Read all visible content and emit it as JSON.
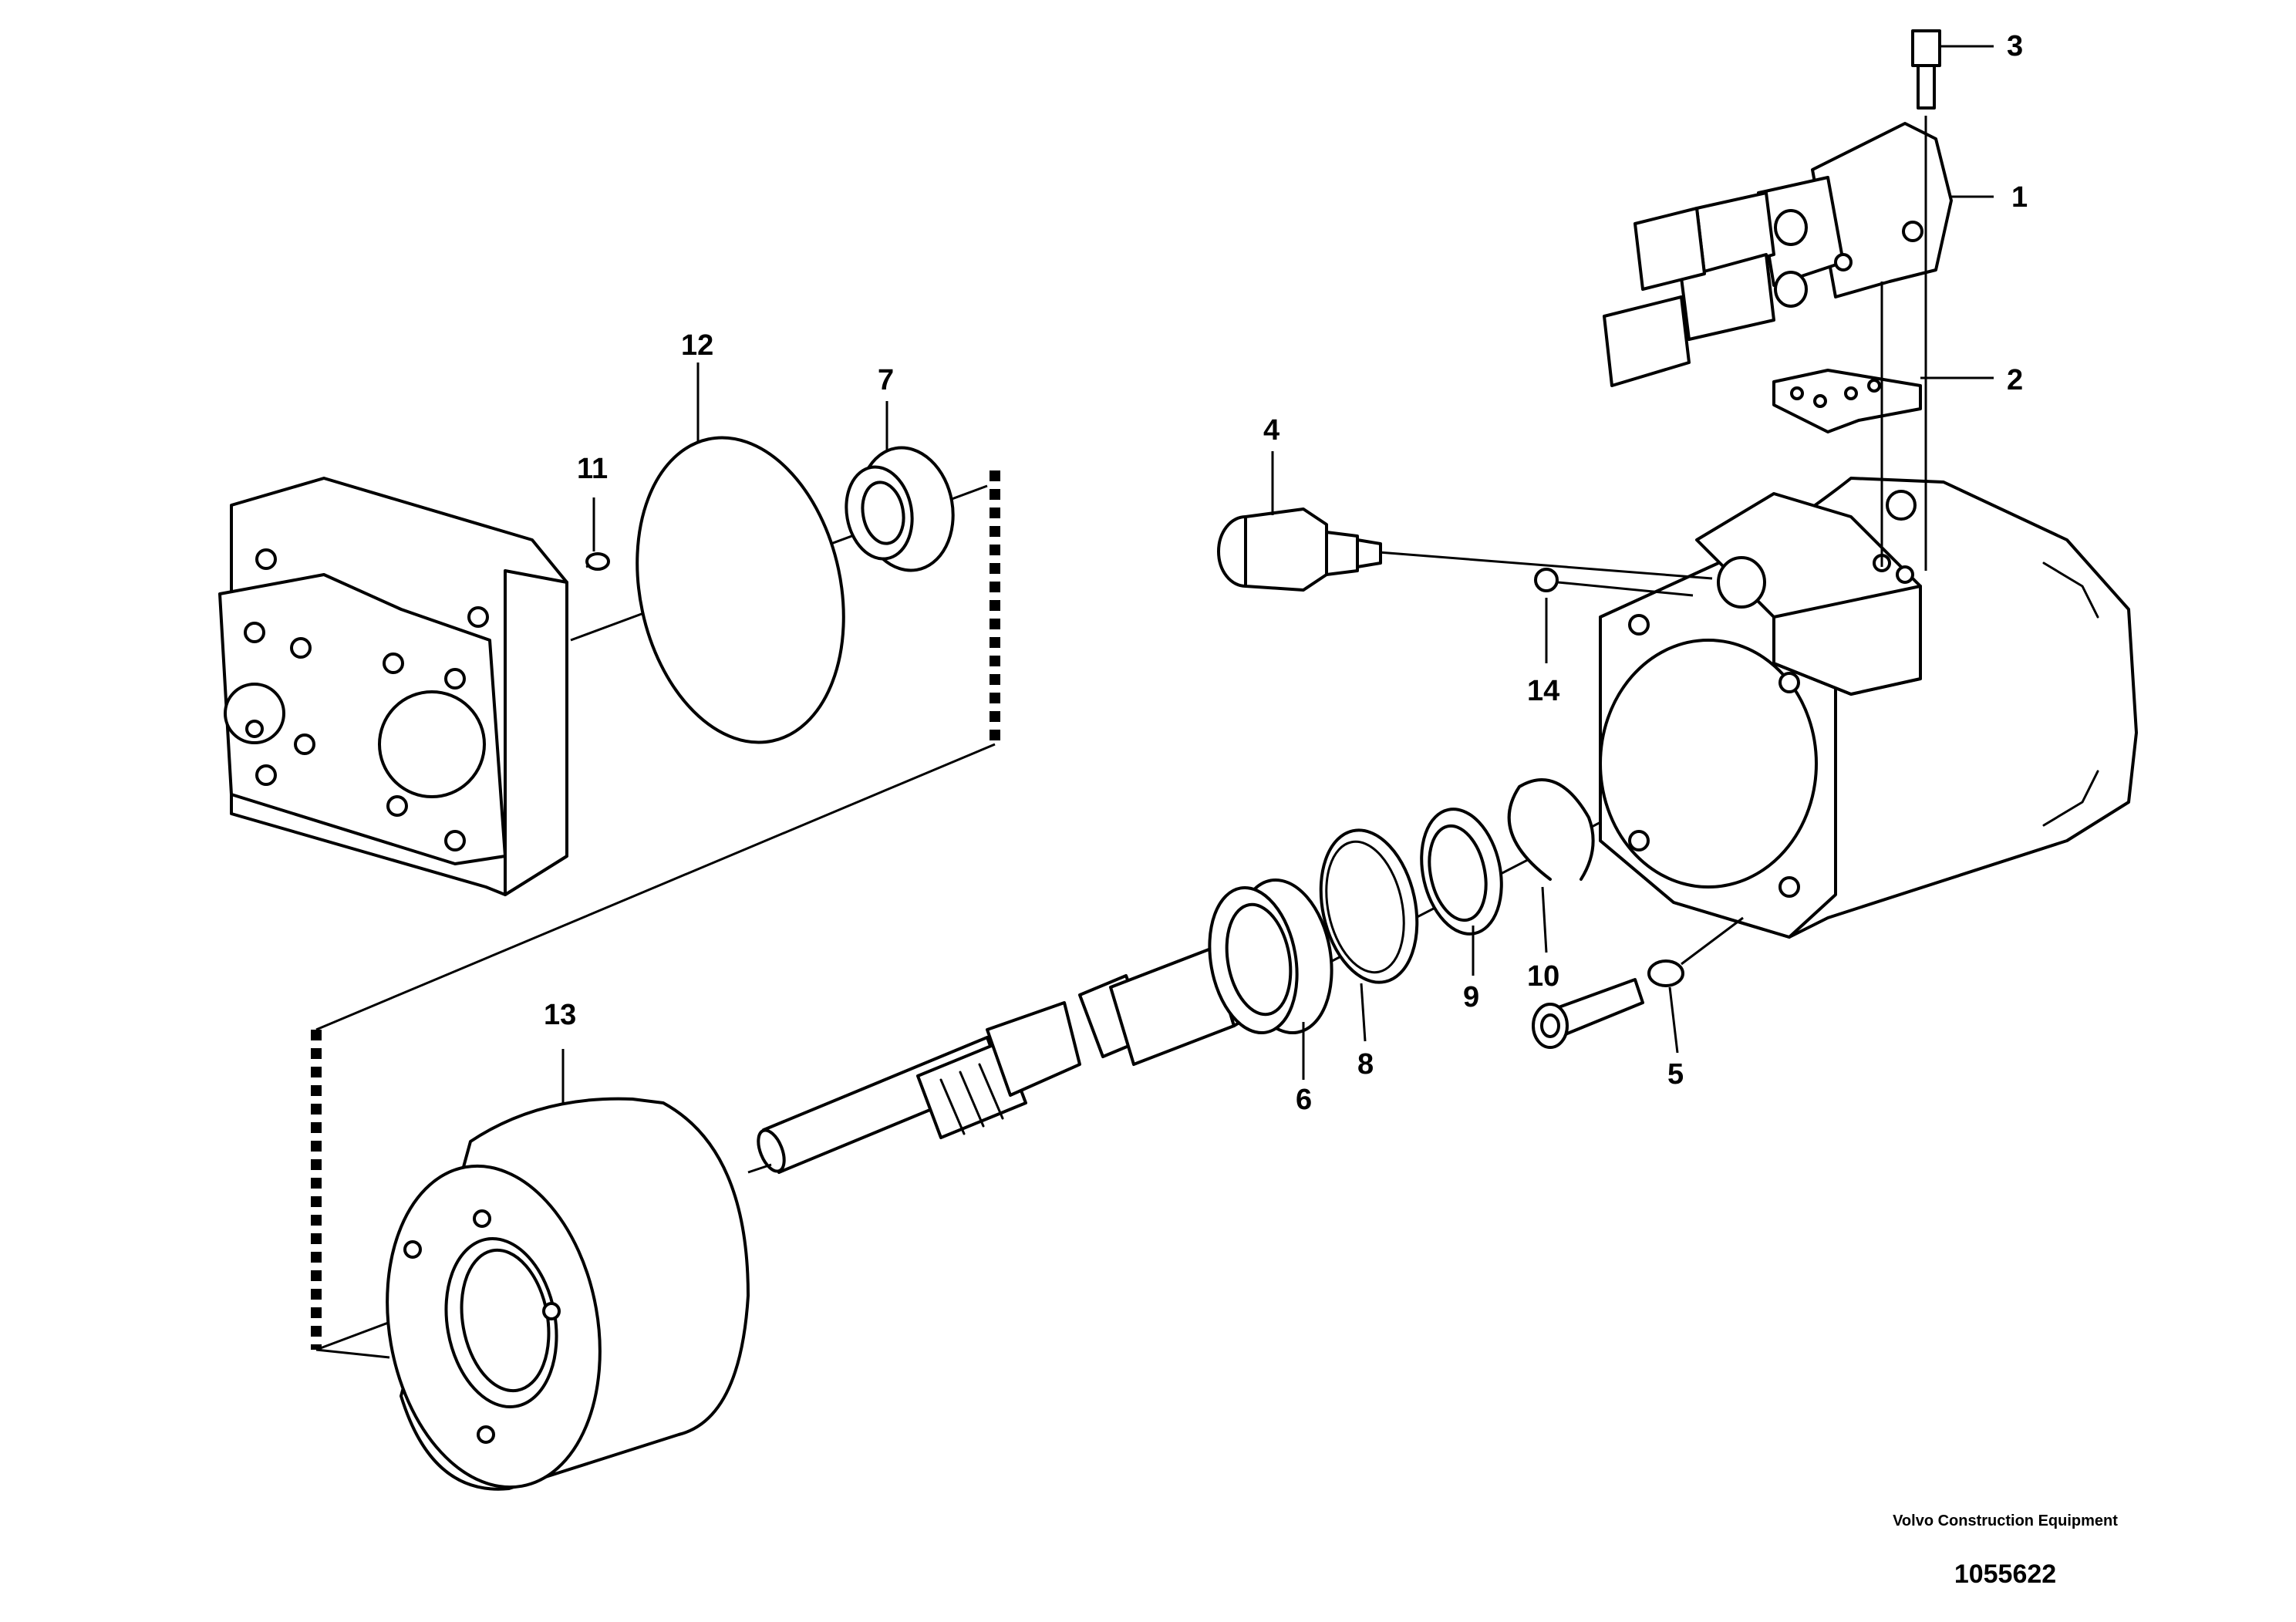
{
  "callouts": {
    "p1": "1",
    "p2": "2",
    "p3": "3",
    "p4": "4",
    "p5": "5",
    "p6": "6",
    "p7": "7",
    "p8": "8",
    "p9": "9",
    "p10": "10",
    "p11": "11",
    "p12": "12",
    "p13": "13",
    "p14": "14"
  },
  "footer": {
    "company": "Volvo Construction Equipment",
    "drawing_number": "1055622"
  }
}
